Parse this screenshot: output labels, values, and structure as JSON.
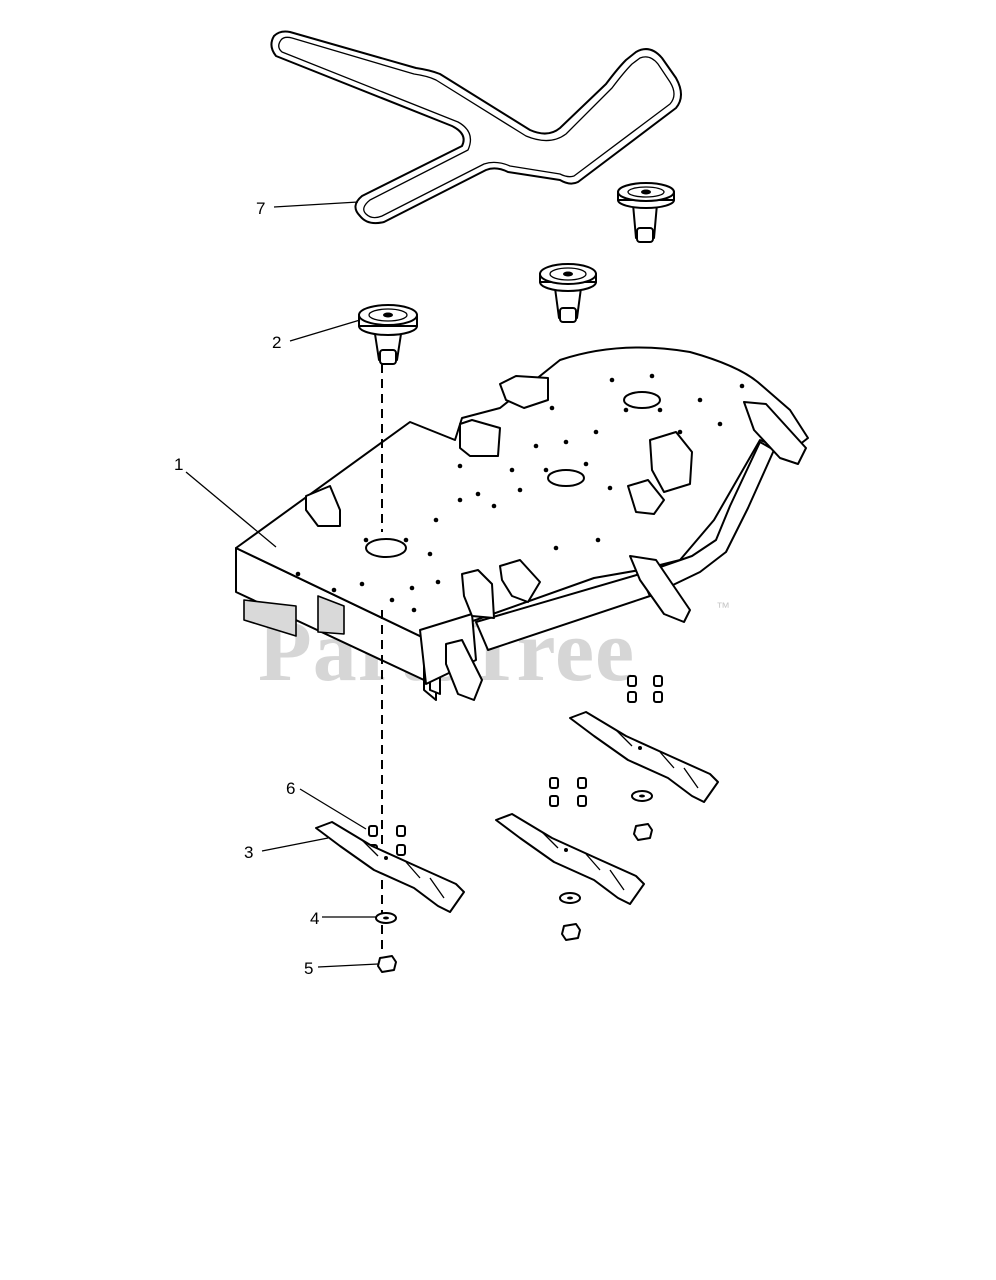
{
  "watermark": {
    "text": "PartsTree",
    "trademark": "™"
  },
  "callouts": [
    {
      "id": "1",
      "label": "1"
    },
    {
      "id": "2",
      "label": "2"
    },
    {
      "id": "3",
      "label": "3"
    },
    {
      "id": "4",
      "label": "4"
    },
    {
      "id": "5",
      "label": "5"
    },
    {
      "id": "6",
      "label": "6"
    },
    {
      "id": "7",
      "label": "7"
    }
  ]
}
